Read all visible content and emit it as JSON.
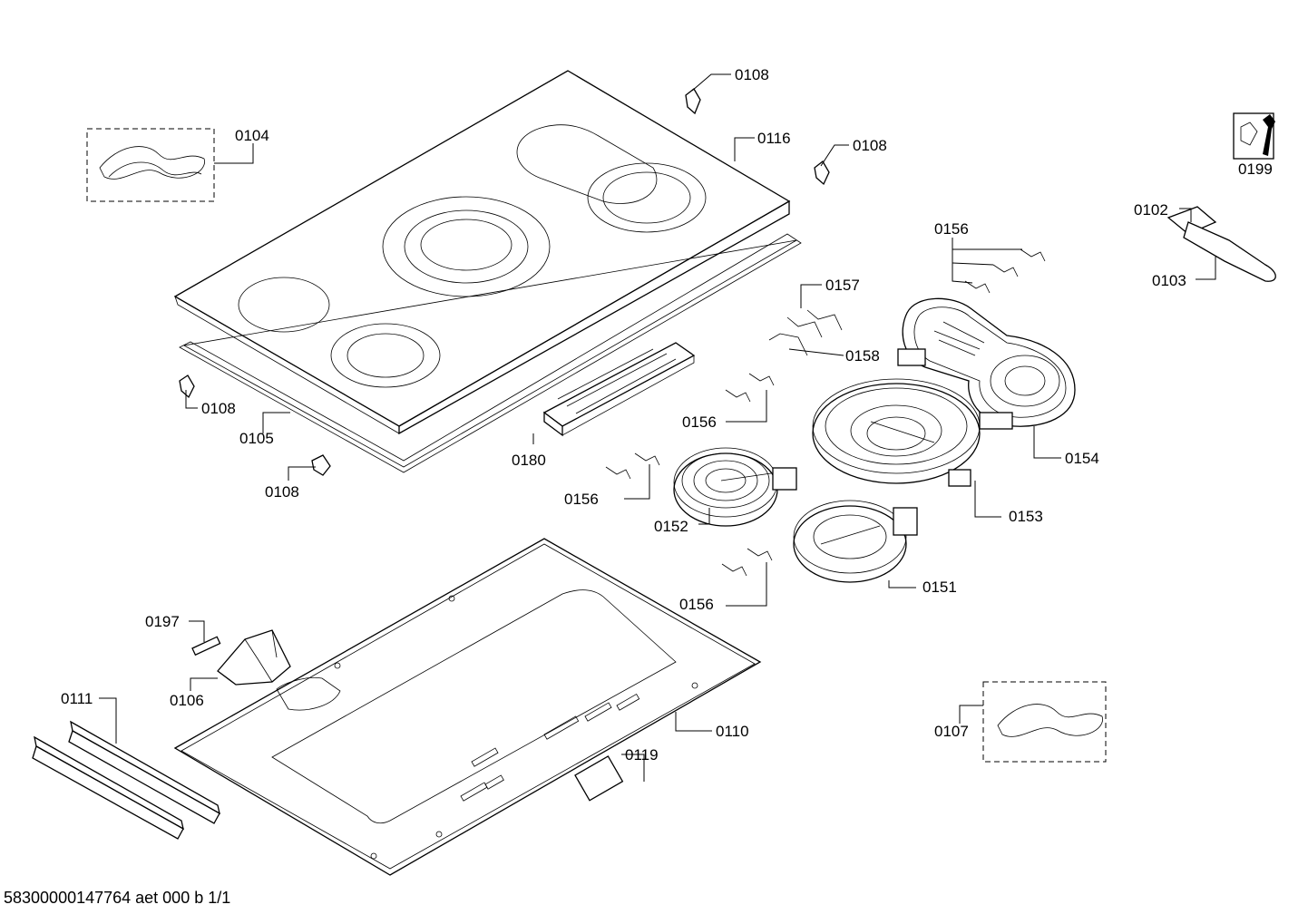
{
  "labels": {
    "l0108a": "0108",
    "l0104": "0104",
    "l0116": "0116",
    "l0108b": "0108",
    "l0199": "0199",
    "l0102": "0102",
    "l0103": "0103",
    "l0156a": "0156",
    "l0157": "0157",
    "l0158": "0158",
    "l0108c": "0108",
    "l0105": "0105",
    "l0108d": "0108",
    "l0180": "0180",
    "l0156b": "0156",
    "l0154": "0154",
    "l0156c": "0156",
    "l0152": "0152",
    "l0153": "0153",
    "l0151": "0151",
    "l0156d": "0156",
    "l0197": "0197",
    "l0106": "0106",
    "l0111": "0111",
    "l0110": "0110",
    "l0119": "0119",
    "l0107": "0107"
  },
  "footer": "58300000147764 aet 000 b 1/1"
}
